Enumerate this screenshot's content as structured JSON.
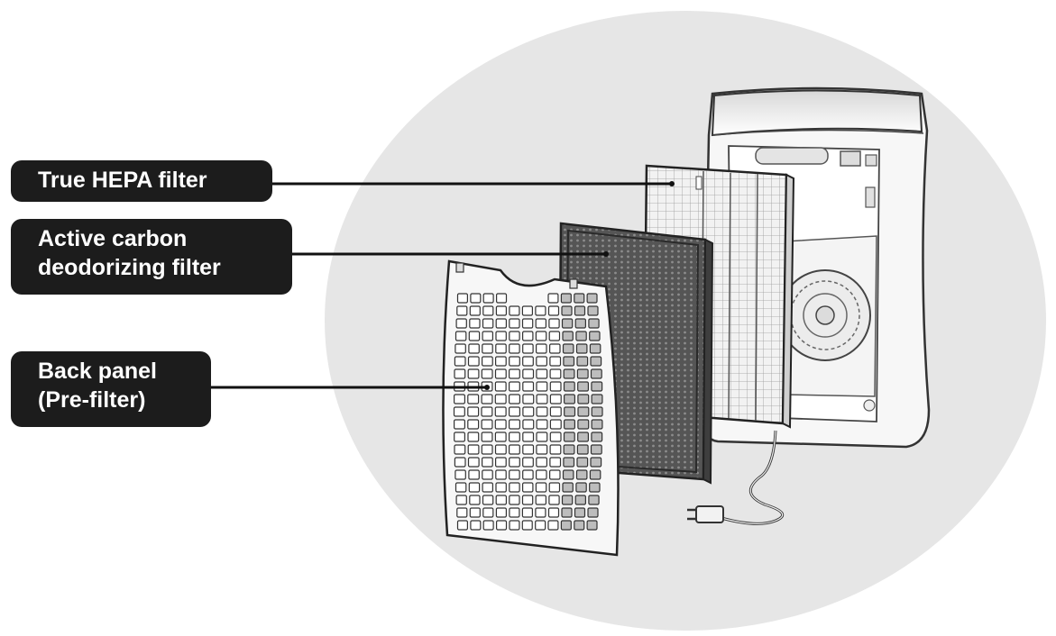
{
  "diagram": {
    "callouts": [
      {
        "id": "hepa",
        "lines": [
          "True HEPA filter"
        ]
      },
      {
        "id": "carbon",
        "lines": [
          "Active carbon",
          "deodorizing filter"
        ]
      },
      {
        "id": "back",
        "lines": [
          "Back panel",
          "(Pre-filter)"
        ]
      }
    ],
    "colors": {
      "background_ellipse": "#e6e6e6",
      "label_fill": "#1c1c1c",
      "label_text": "#ffffff",
      "leader_line": "#111111",
      "carbon_filter": "#5a5a5a",
      "housing": "#f7f7f7"
    }
  }
}
